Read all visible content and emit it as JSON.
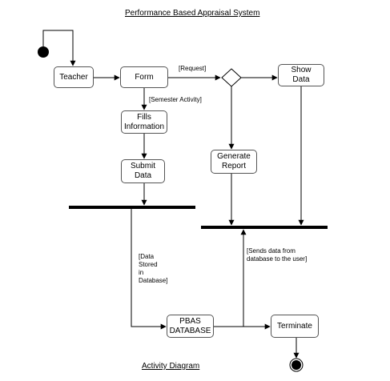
{
  "diagram": {
    "title": "Performance Based Appraisal System",
    "caption": "Activity Diagram",
    "nodes": {
      "teacher": "Teacher",
      "form": "Form",
      "show_data": "Show\nData",
      "fills_information": "Fills\nInformation",
      "submit_data": "Submit\nData",
      "generate_report": "Generate\nReport",
      "pbas_database": "PBAS\nDATABASE",
      "terminate": "Terminate"
    },
    "edge_labels": {
      "request": "[Request]",
      "semester_activity": "[Semester Activity]",
      "data_stored": "[Data\nStored\n   in\nDatabase]",
      "sends_data": "[Sends data from\ndatabase to the user]"
    }
  }
}
